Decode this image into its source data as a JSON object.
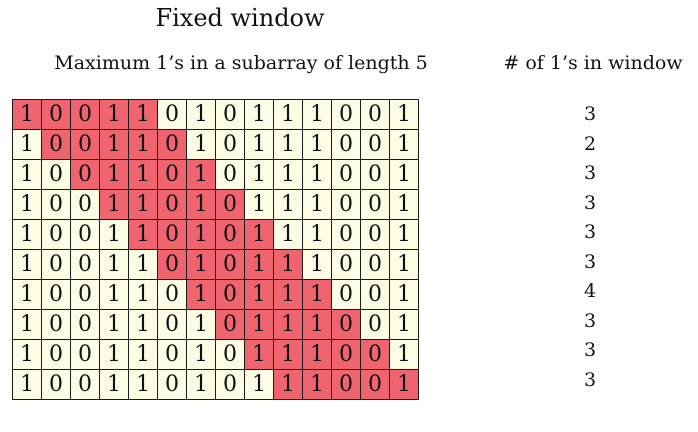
{
  "title": "Fixed window",
  "subtitle": "Maximum 1’s in a subarray of length 5",
  "count_header": "# of 1’s in window",
  "colors": {
    "cell_background": "#fdfde6",
    "window_highlight": "#f06470",
    "grid_line": "#1a1a1a"
  },
  "array": [
    1,
    0,
    0,
    1,
    1,
    0,
    1,
    0,
    1,
    1,
    1,
    0,
    0,
    1
  ],
  "window_size": 5,
  "window_starts": [
    0,
    1,
    2,
    3,
    4,
    5,
    6,
    7,
    8,
    9
  ],
  "counts": [
    "3",
    "2",
    "3",
    "3",
    "3",
    "3",
    "4",
    "3",
    "3",
    "3"
  ]
}
